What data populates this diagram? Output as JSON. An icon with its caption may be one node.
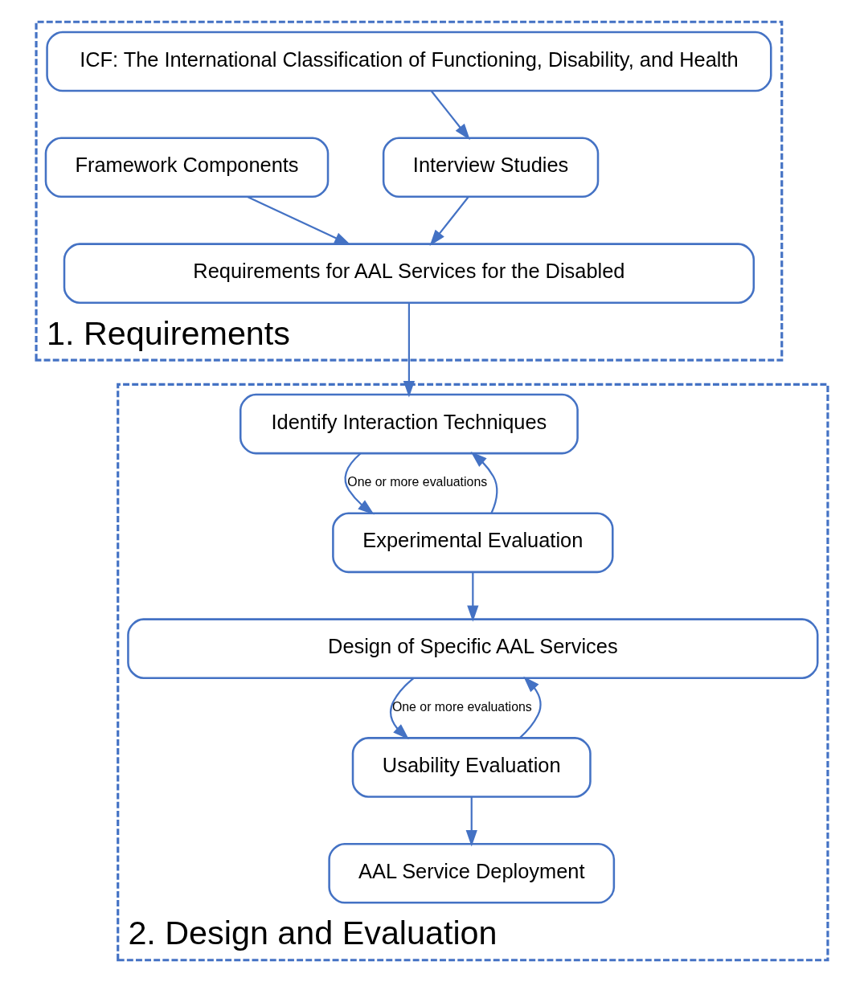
{
  "diagram": {
    "nodes": [
      {
        "text": [
          "1. Requirements"
        ]
      },
      {
        "text": [
          "ICF: The International Classification of Functioning, Disability, and Health"
        ],
        "in": 0
      },
      {
        "text": [
          "Interview Studies"
        ],
        "in": 0
      },
      {
        "text": [
          "Framework Components"
        ],
        "in": 0
      },
      {
        "text": [
          "Requirements for AAL Services for the Disabled"
        ],
        "in": 0
      },
      {
        "text": [
          "2. Design and Evaluation"
        ]
      },
      {
        "text": [
          "Identify Interaction Techniques"
        ],
        "in": 5
      },
      {
        "text": [
          "Experimental Evaluation"
        ],
        "in": 5
      },
      {
        "text": [
          "Design of Specific AAL Services"
        ],
        "in": 5
      },
      {
        "text": [
          "Usability Evaluation"
        ],
        "in": 5
      },
      {
        "text": [
          "AAL Service Deployment"
        ],
        "in": 5
      }
    ],
    "edges": [
      {
        "from": 1,
        "to": 2,
        "arrow": "to"
      },
      {
        "from": 2,
        "to": 4,
        "arrow": "to"
      },
      {
        "from": 3,
        "to": 4,
        "arrow": "to"
      },
      {
        "from": 4,
        "to": 6,
        "arrow": "to"
      },
      {
        "from": 6,
        "to": 7,
        "arrow": "to",
        "label": "One or more evaluations"
      },
      {
        "from": 7,
        "to": 6,
        "arrow": "to"
      },
      {
        "from": 7,
        "to": 8,
        "arrow": "to"
      },
      {
        "from": 8,
        "to": 9,
        "arrow": "to",
        "label": "One or more evaluations"
      },
      {
        "from": 9,
        "to": 8,
        "arrow": "to"
      },
      {
        "from": 9,
        "to": 10,
        "arrow": "to"
      }
    ]
  }
}
